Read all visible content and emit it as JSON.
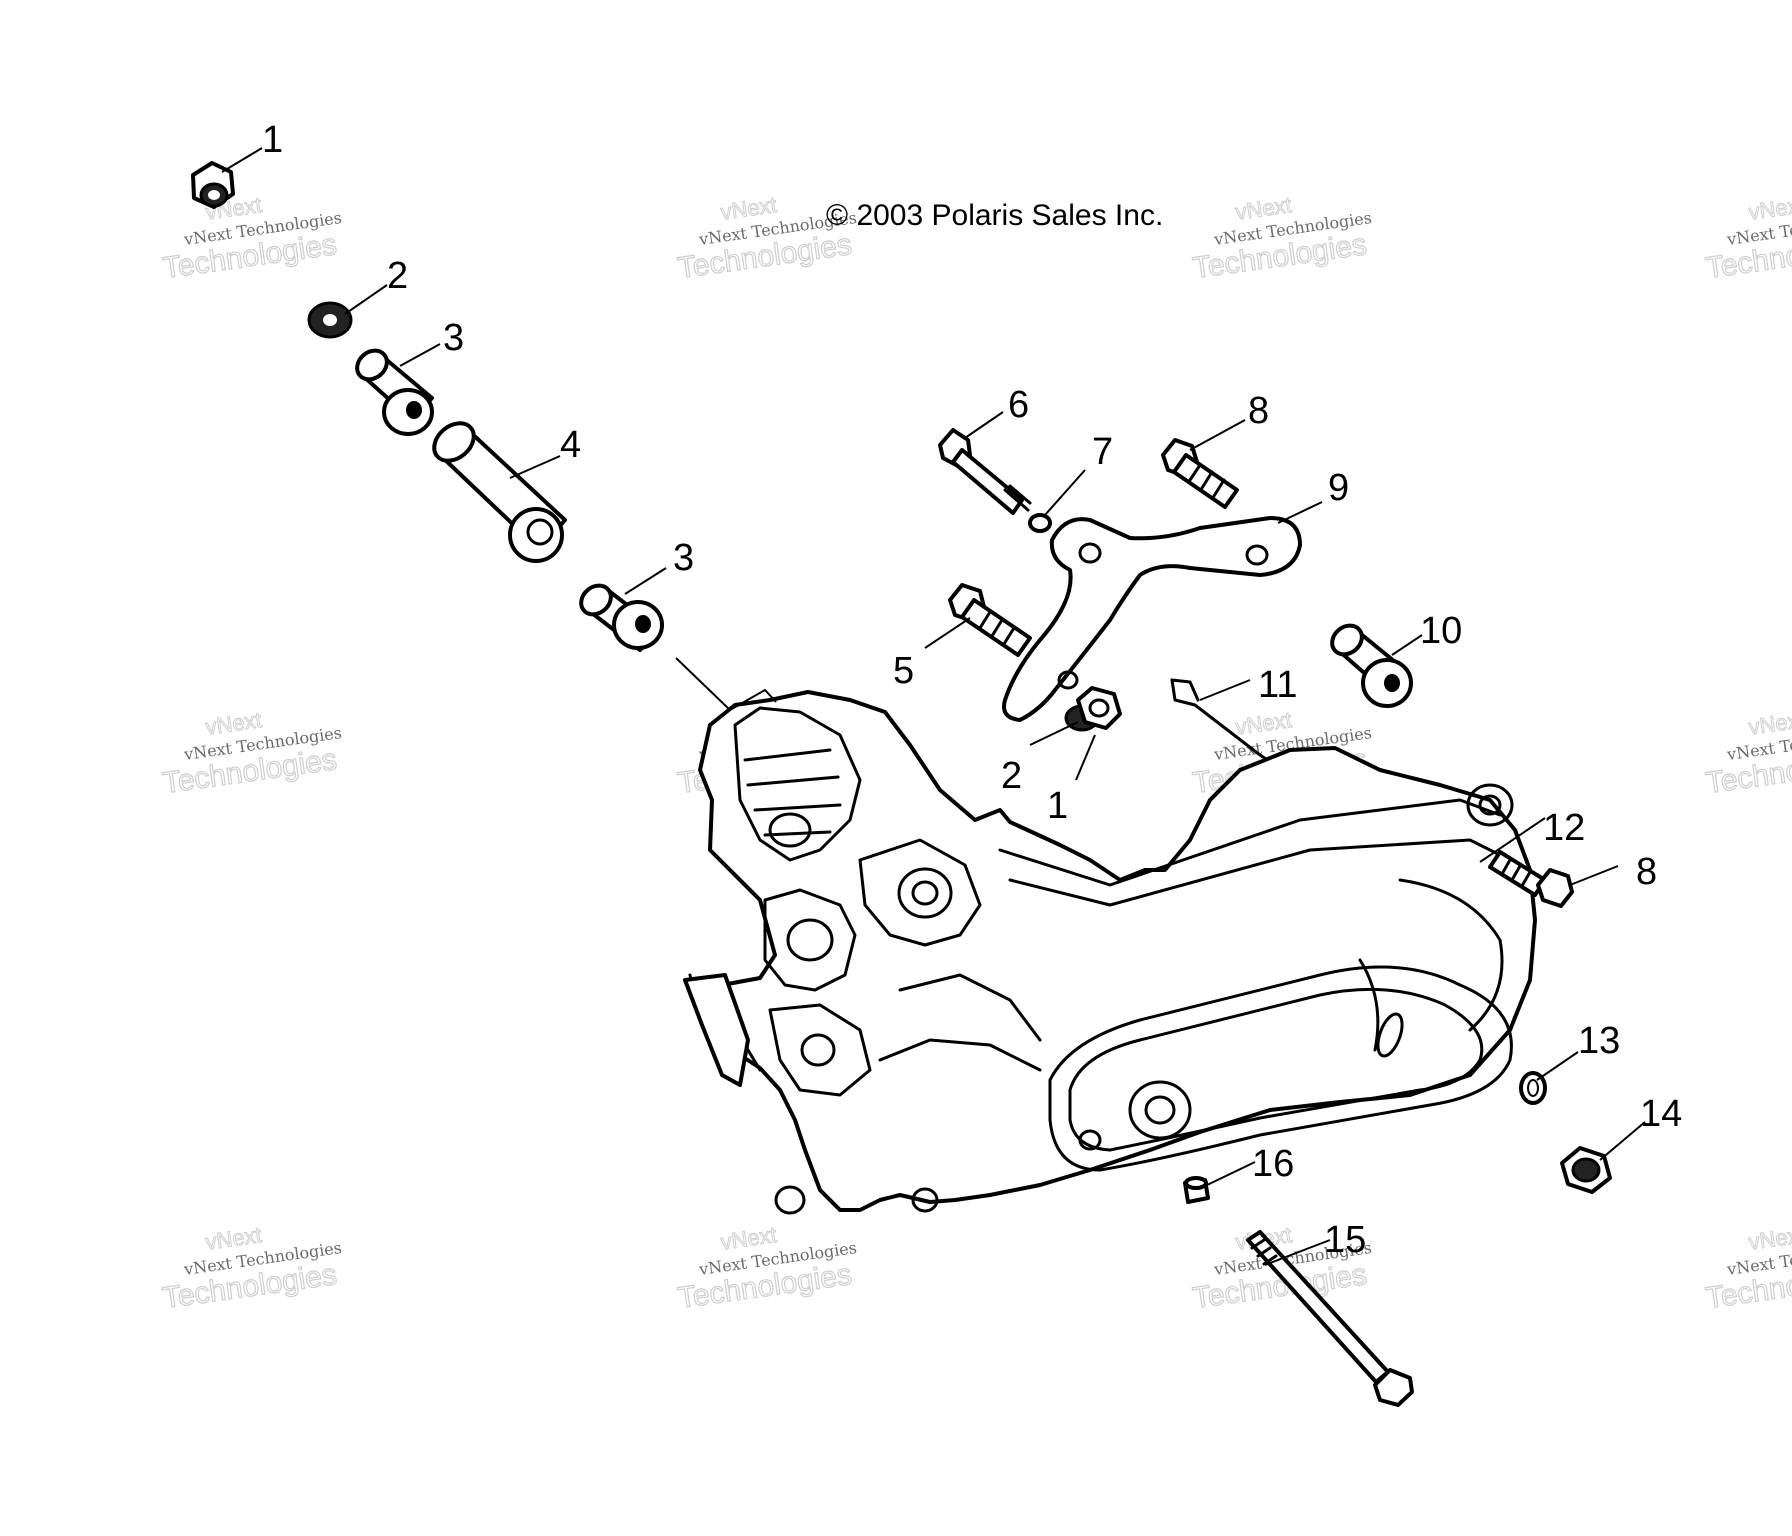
{
  "copyright": "© 2003 Polaris Sales Inc.",
  "watermark": {
    "small": "vNext Technologies",
    "big": "Technologies",
    "top": "vNext"
  },
  "callouts": {
    "c1a": "1",
    "c2a": "2",
    "c3a": "3",
    "c4": "4",
    "c3b": "3",
    "c6": "6",
    "c7": "7",
    "c8a": "8",
    "c9": "9",
    "c5": "5",
    "c10": "10",
    "c11": "11",
    "c2b": "2",
    "c1b": "1",
    "c12": "12",
    "c8b": "8",
    "c13": "13",
    "c14": "14",
    "c16": "16",
    "c15": "15"
  }
}
